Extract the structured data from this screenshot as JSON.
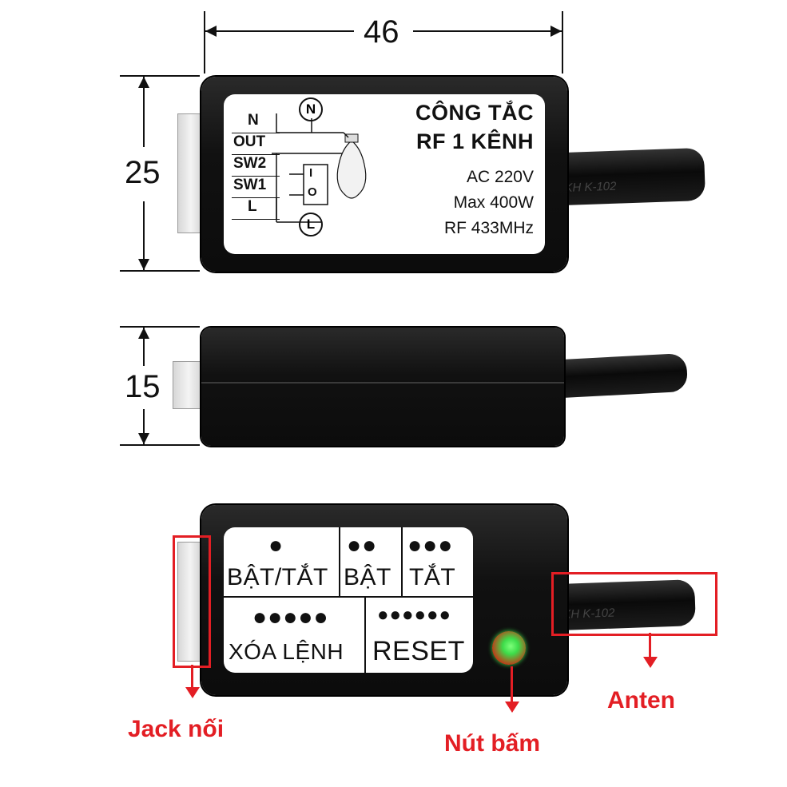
{
  "dimensions": {
    "width": "46",
    "height_top": "25",
    "height_side": "15"
  },
  "top_view": {
    "wires": [
      "N",
      "OUT",
      "SW2",
      "SW1",
      "L"
    ],
    "neutral_symbol": "N",
    "live_symbol": "L",
    "switch_on_mark": "I",
    "switch_off_mark": "O",
    "title_line1": "CÔNG TẮC",
    "title_line2": "RF 1 KÊNH",
    "spec_voltage": "AC 220V",
    "spec_power": "Max 400W",
    "spec_freq": "RF 433MHz",
    "cable_print": "KH  K-102"
  },
  "bottom_view": {
    "btn_toggle": "BẬT/TẮT",
    "btn_on": "BẬT",
    "btn_off": "TẮT",
    "btn_clear": "XÓA LỆNH",
    "btn_reset": "RESET",
    "dots_toggle": "●",
    "dots_on": "●●",
    "dots_off": "●●●",
    "dots_clear": "●●●●●",
    "dots_reset": "●●●●●●",
    "cable_print": "KH  K-102"
  },
  "callouts": {
    "jack": "Jack nối",
    "button": "Nút bấm",
    "antenna": "Anten"
  },
  "colors": {
    "callout": "#e31e24",
    "led": "#3ddc4a"
  }
}
